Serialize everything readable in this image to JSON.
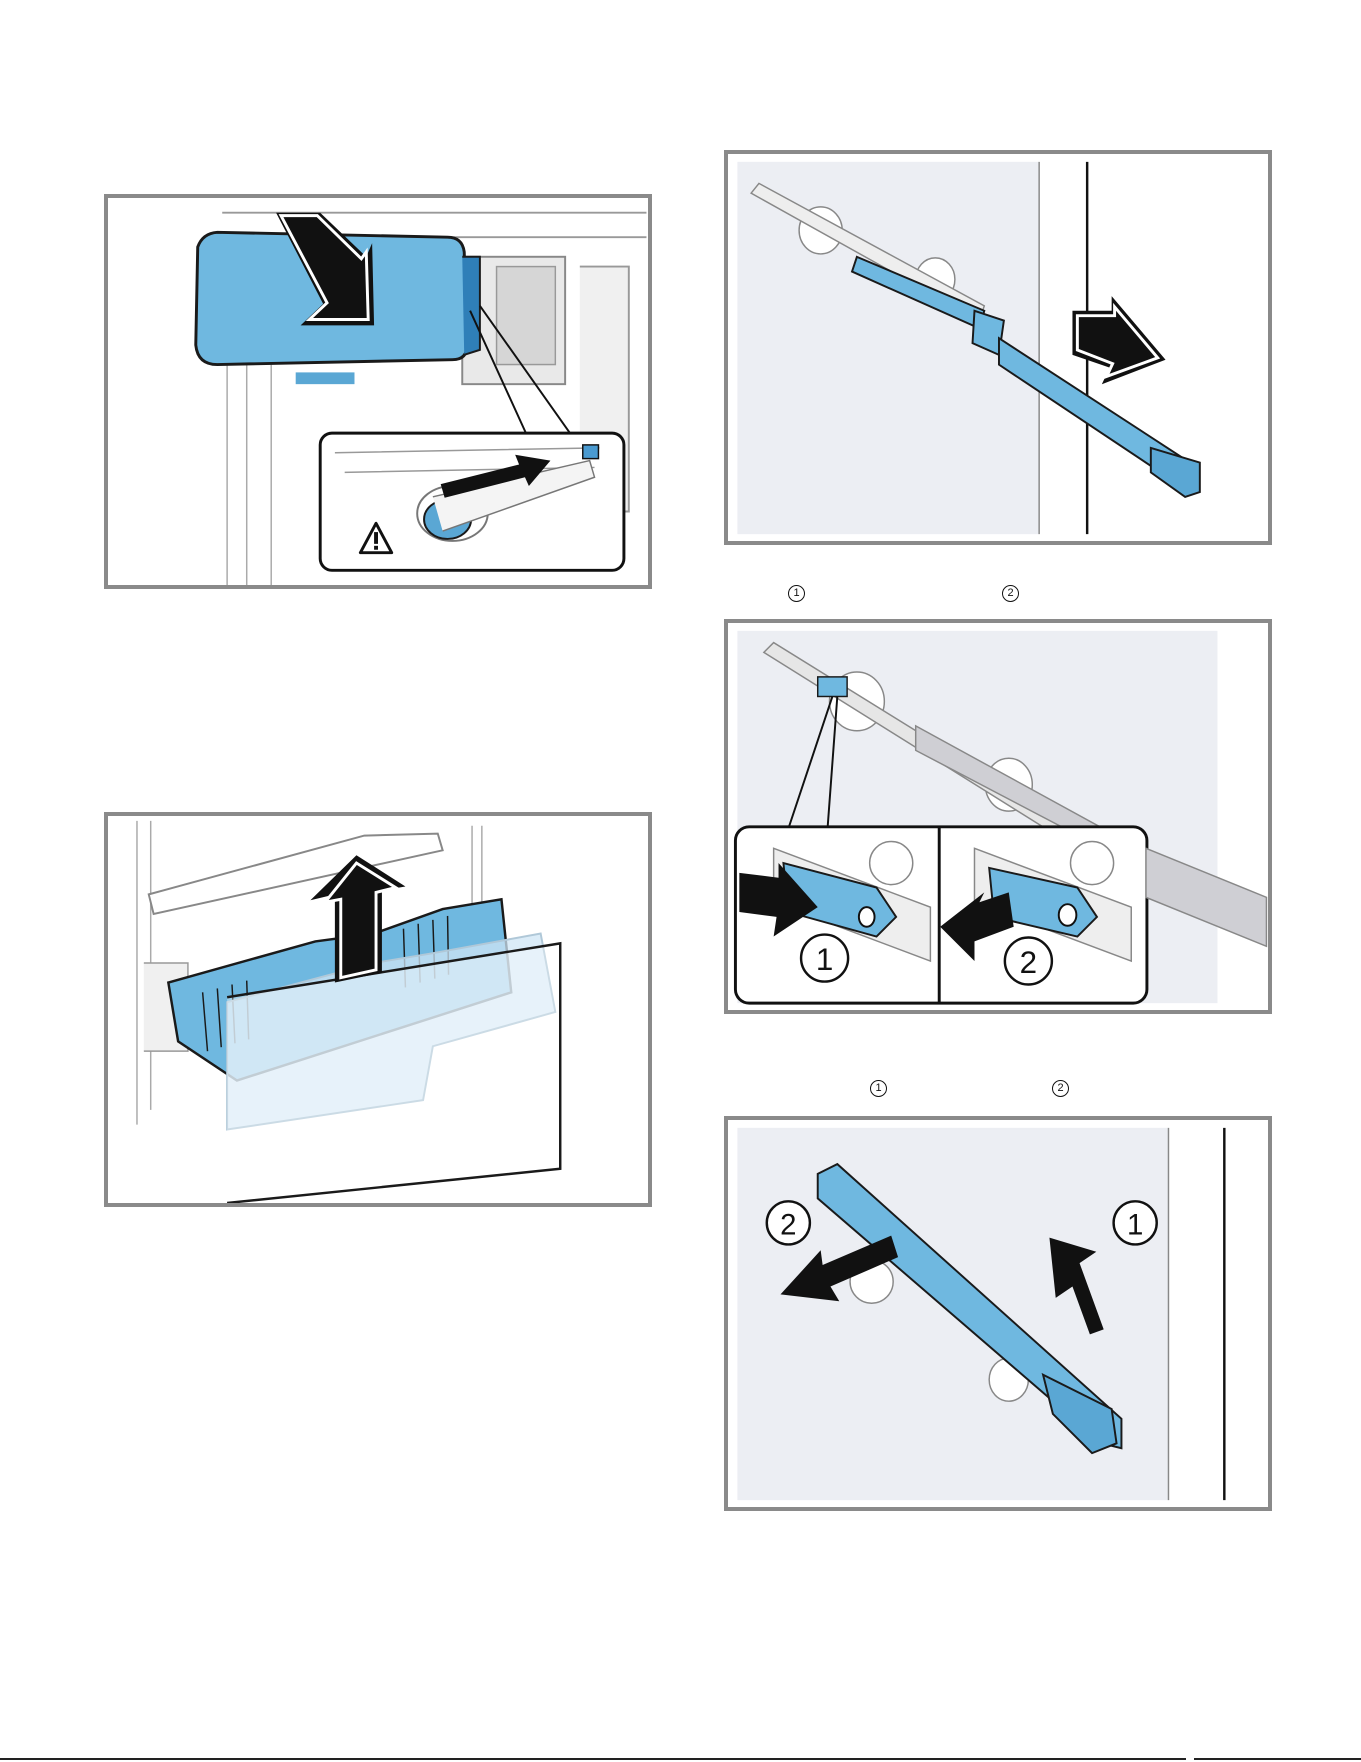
{
  "callouts": {
    "step1": "1",
    "step2": "2"
  },
  "figure_labels": {
    "panel5_marker1": "1",
    "panel5_marker2": "2",
    "panel6_marker1": "1",
    "panel6_marker2": "2"
  },
  "colors": {
    "part_blue": "#6fb8e0",
    "part_blue_dark": "#2f7fb8",
    "panel_border": "#8a8a8a",
    "background_gray": "#eceef3",
    "arrow": "#111111"
  },
  "icons": [
    "warning-triangle-icon",
    "push-arrow-icon",
    "lift-arrow-icon",
    "pull-arrow-icon"
  ]
}
